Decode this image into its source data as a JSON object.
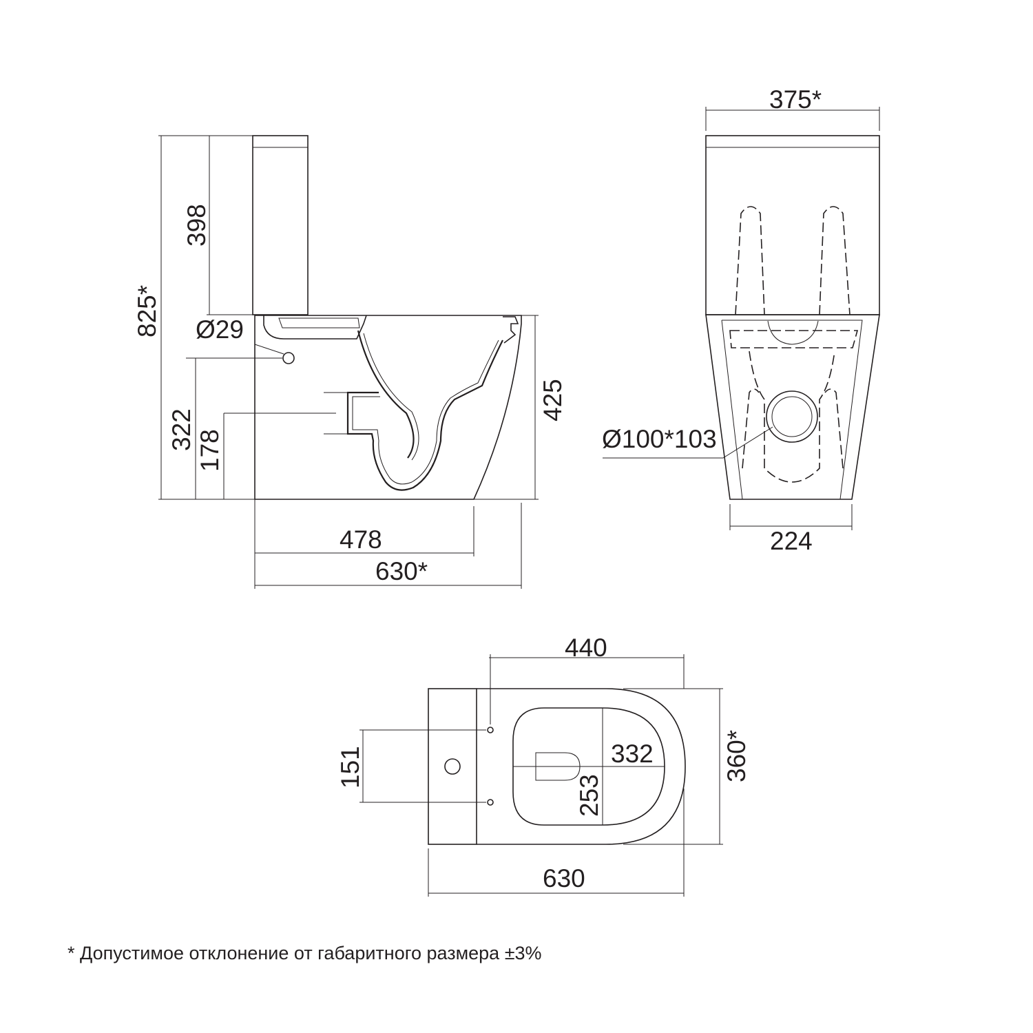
{
  "side_view": {
    "dim_total_height": "825*",
    "dim_tank_height": "398",
    "dim_inlet_diameter": "Ø29",
    "dim_inlet_height": "322",
    "dim_outlet_height": "178",
    "dim_bowl_height": "425",
    "dim_base_length": "478",
    "dim_total_length": "630*"
  },
  "back_view": {
    "dim_width": "375*",
    "dim_outlet_diameter": "Ø100*103",
    "dim_base_width": "224"
  },
  "top_view": {
    "dim_bowl_length": "440",
    "dim_width": "360*",
    "dim_mount_spacing": "151",
    "dim_seat_length": "332",
    "dim_seat_width": "253",
    "dim_total_length": "630"
  },
  "footnote": "*  Допустимое отклонение от габаритного размера ±3%"
}
